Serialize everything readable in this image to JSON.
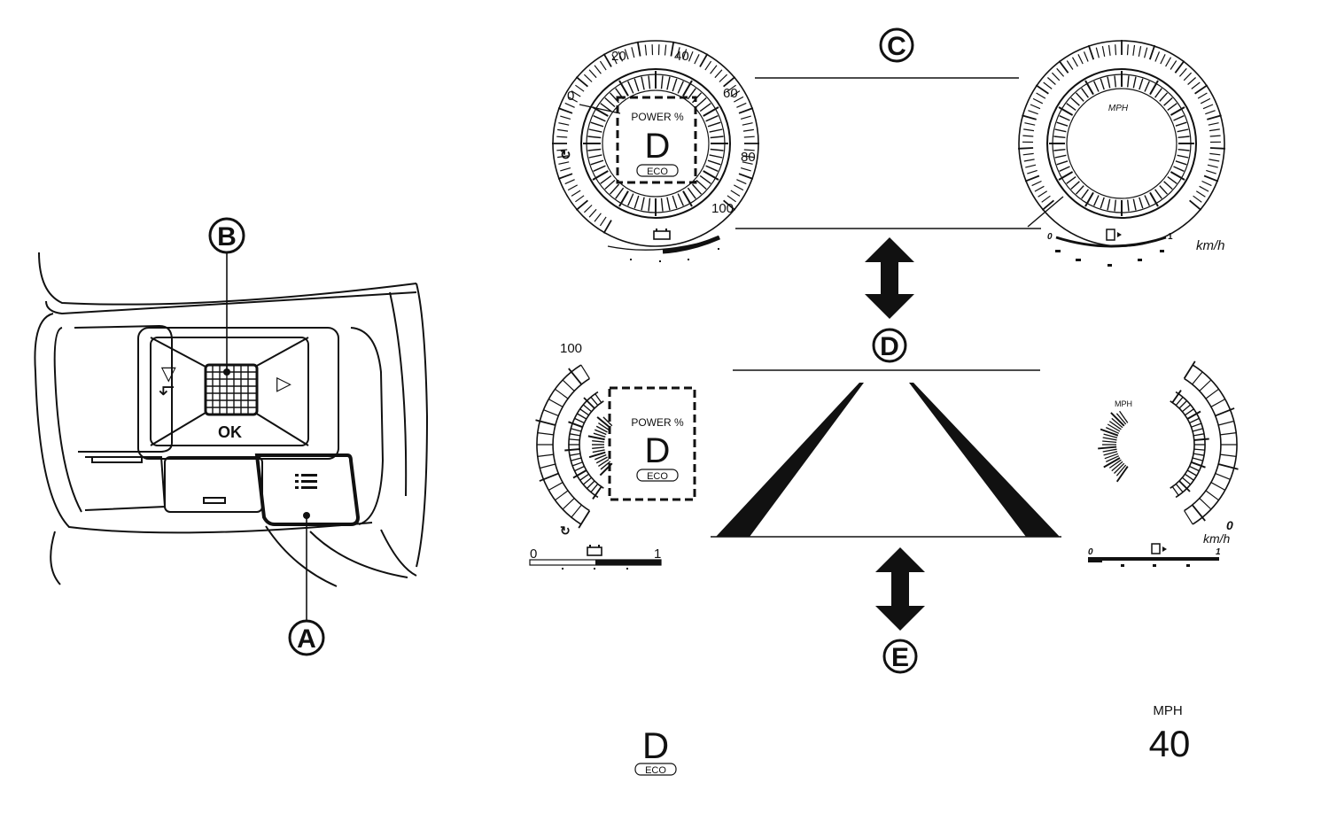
{
  "callouts": {
    "a": "A",
    "b": "B",
    "c": "C",
    "d": "D",
    "e": "E"
  },
  "switch": {
    "ok_label": "OK",
    "back_glyph": "↰◁",
    "right_glyph": "▷",
    "menu_icon": "menu-list-icon"
  },
  "display_c": {
    "power_dial": {
      "ticks": [
        "0",
        "20",
        "40",
        "60",
        "80",
        "100"
      ],
      "center_label": "POWER %",
      "gear": "D",
      "mode_badge": "ECO",
      "regen_icon": "regen-arrows-icon",
      "battery_icon": "battery-icon"
    },
    "speed_dial": {
      "unit_top": "MPH",
      "unit_bottom": "km/h",
      "fuel_min": "0",
      "fuel_max": "1",
      "fuel_icon": "fuel-pump-icon"
    }
  },
  "display_d": {
    "power_arc": {
      "max": "100",
      "center_label": "POWER %",
      "gear": "D",
      "mode_badge": "ECO",
      "bar_min": "0",
      "bar_max": "1"
    },
    "speed_arc": {
      "unit_top": "MPH",
      "speed_value": "0",
      "unit_bottom": "km/h",
      "fuel_min": "0",
      "fuel_max": "1"
    }
  },
  "display_e": {
    "gear": "D",
    "mode_badge": "ECO",
    "unit": "MPH",
    "speed": "40"
  }
}
